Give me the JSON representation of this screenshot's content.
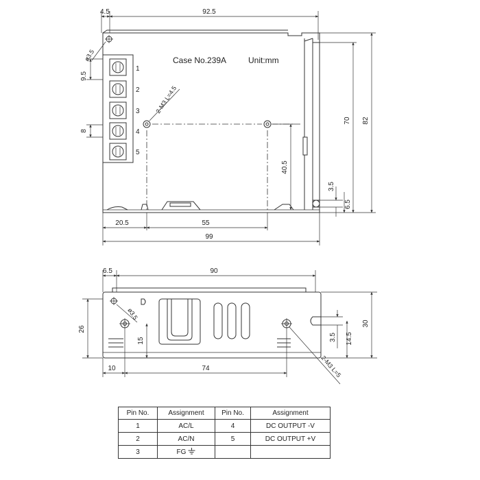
{
  "top_view": {
    "case_title": "Case No.239A",
    "unit": "Unit:mm",
    "dim_offset_left": "4.5",
    "dim_width_top": "92.5",
    "dim_hole_dia": "ø3.5",
    "dim_terminal_pitch": "9.5",
    "dim_terminal_gap": "8",
    "dim_mount_screw": "2-M3 L=4.5",
    "dim_height_inner": "70",
    "dim_height_outer": "82",
    "dim_mount_height": "40.5",
    "dim_slot_a": "3.5",
    "dim_slot_b": "6.5",
    "dim_left_offset": "20.5",
    "dim_hole_spacing": "55",
    "dim_total_width": "99",
    "pin_labels": [
      "1",
      "2",
      "3",
      "4",
      "5"
    ]
  },
  "side_view": {
    "dim_offset_left": "6.5",
    "dim_width_top": "90",
    "dim_hole_dia": "ø3.5",
    "dim_height_left": "26",
    "dim_mount_height": "15",
    "dim_slot_a": "3.5",
    "dim_slot_b": "14.5",
    "dim_height_right": "30",
    "dim_left_offset": "10",
    "dim_hole_spacing": "74",
    "dim_mount_screw": "2-M3 L=5"
  },
  "pin_table": {
    "headers": [
      "Pin No.",
      "Assignment",
      "Pin No.",
      "Assignment"
    ],
    "rows": [
      [
        "1",
        "AC/L",
        "4",
        "DC OUTPUT -V"
      ],
      [
        "2",
        "AC/N",
        "5",
        "DC OUTPUT +V"
      ],
      [
        "3",
        "FG",
        "",
        ""
      ]
    ],
    "ground_symbol": "ground-icon"
  }
}
